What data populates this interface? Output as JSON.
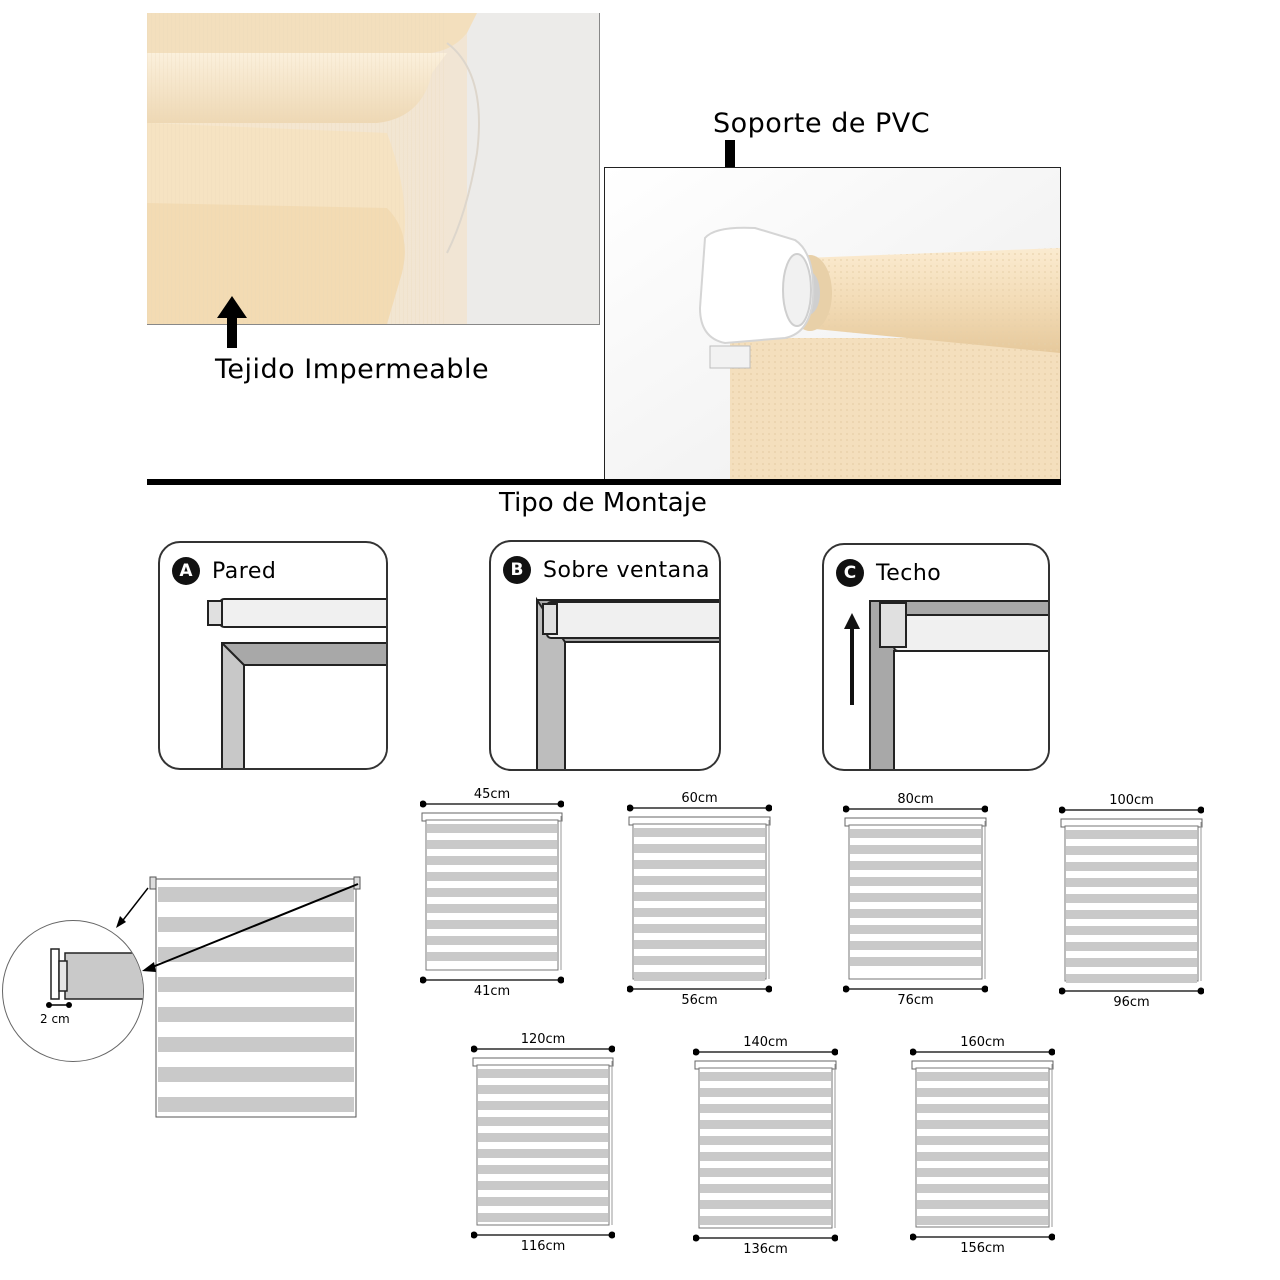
{
  "features": {
    "fabric_label": "Tejido Impermeable",
    "bracket_label": "Soporte de PVC"
  },
  "mounting": {
    "title": "Tipo de Montaje",
    "types": [
      {
        "letter": "A",
        "name": "Pared"
      },
      {
        "letter": "B",
        "name": "Sobre ventana"
      },
      {
        "letter": "C",
        "name": "Techo"
      }
    ]
  },
  "detail": {
    "clearance": "2 cm"
  },
  "sizes": [
    {
      "top": "45cm",
      "bottom": "41cm"
    },
    {
      "top": "60cm",
      "bottom": "56cm"
    },
    {
      "top": "80cm",
      "bottom": "76cm"
    },
    {
      "top": "100cm",
      "bottom": "96cm"
    },
    {
      "top": "120cm",
      "bottom": "116cm"
    },
    {
      "top": "140cm",
      "bottom": "136cm"
    },
    {
      "top": "160cm",
      "bottom": "156cm"
    }
  ],
  "colors": {
    "fabric": "#f5e3c4",
    "stripe": "#c9c9c9",
    "frame": "#9e9e9e"
  }
}
